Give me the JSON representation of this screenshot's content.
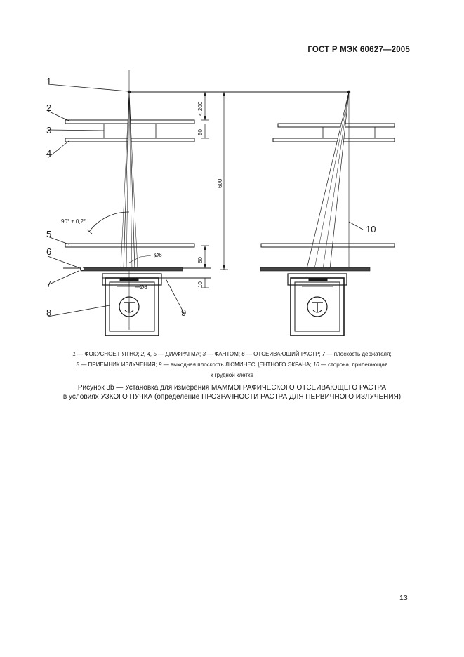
{
  "header": {
    "standard": "ГОСТ Р МЭК 60627—2005"
  },
  "figure": {
    "callouts": [
      "1",
      "2",
      "3",
      "4",
      "5",
      "6",
      "7",
      "8",
      "9",
      "10"
    ],
    "dimensions": {
      "d200": "< 200",
      "d50": "50",
      "d600": "600",
      "d60": "60",
      "d10": "10",
      "dia_top": "Ø6",
      "dia_bottom": "Ø6",
      "angle": "90° ± 0,2°"
    }
  },
  "legend": {
    "n1": "1",
    "t1": " — ФОКУСНОЕ ПЯТНО; ",
    "n2": "2, 4, 5",
    "t2": " — ДИАФРАГМА; ",
    "n3": "3",
    "t3": " — ФАНТОМ; ",
    "n6": "6",
    "t6": " — ОТСЕИВАЮЩИЙ РАСТР; ",
    "n7": "7",
    "t7": " — плоскость держателя;",
    "n8": "8",
    "t8": " — ПРИЕМНИК ИЗЛУЧЕНИЯ; ",
    "n9": "9",
    "t9": " — выходная плоскость ЛЮМИНЕСЦЕНТНОГО ЭКРАНА; ",
    "n10": "10",
    "t10": " — сторона, прилегающая",
    "t10b": "к грудной клетке"
  },
  "caption": {
    "line1": "Рисунок 3b — Установка для измерения МАММОГРАФИЧЕСКОГО ОТСЕИВАЮЩЕГО РАСТРА",
    "line2": "в условиях УЗКОГО ПУЧКА (определение ПРОЗРАЧНОСТИ РАСТРА ДЛЯ ПЕРВИЧНОГО ИЗЛУЧЕНИЯ)"
  },
  "page_number": "13"
}
